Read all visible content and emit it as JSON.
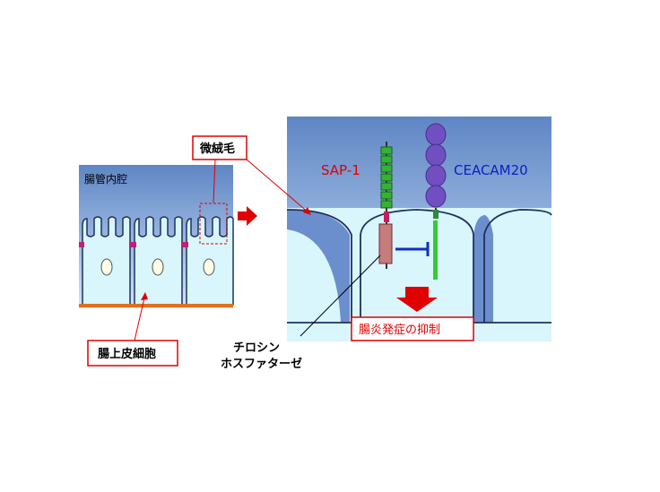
{
  "labels": {
    "lumen": "腸管内腔",
    "microvilli": "微絨毛",
    "epithelial_cell": "腸上皮細胞",
    "sap1": "SAP-1",
    "ceacam20": "CEACAM20",
    "result": "腸炎発症の抑制",
    "phosphatase_line1": "チロシン",
    "phosphatase_line2": "ホスファターゼ"
  },
  "colors": {
    "lumen_top": "#5f86c4",
    "lumen_bottom": "#cfe4fb",
    "cell_fill": "#d8f6fb",
    "outline": "#203060",
    "basement": "#e07020",
    "arrow": "#e00000",
    "sap1_bead": "#33b233",
    "ceacam_bead": "#7050c0",
    "inhibit": "#1030c0",
    "ceacam_stalk": "#33cc33"
  },
  "icons": {
    "transition_arrow": "right-arrow-icon",
    "result_arrow": "down-arrow-icon",
    "inhibition": "inhibition-bar-icon"
  }
}
